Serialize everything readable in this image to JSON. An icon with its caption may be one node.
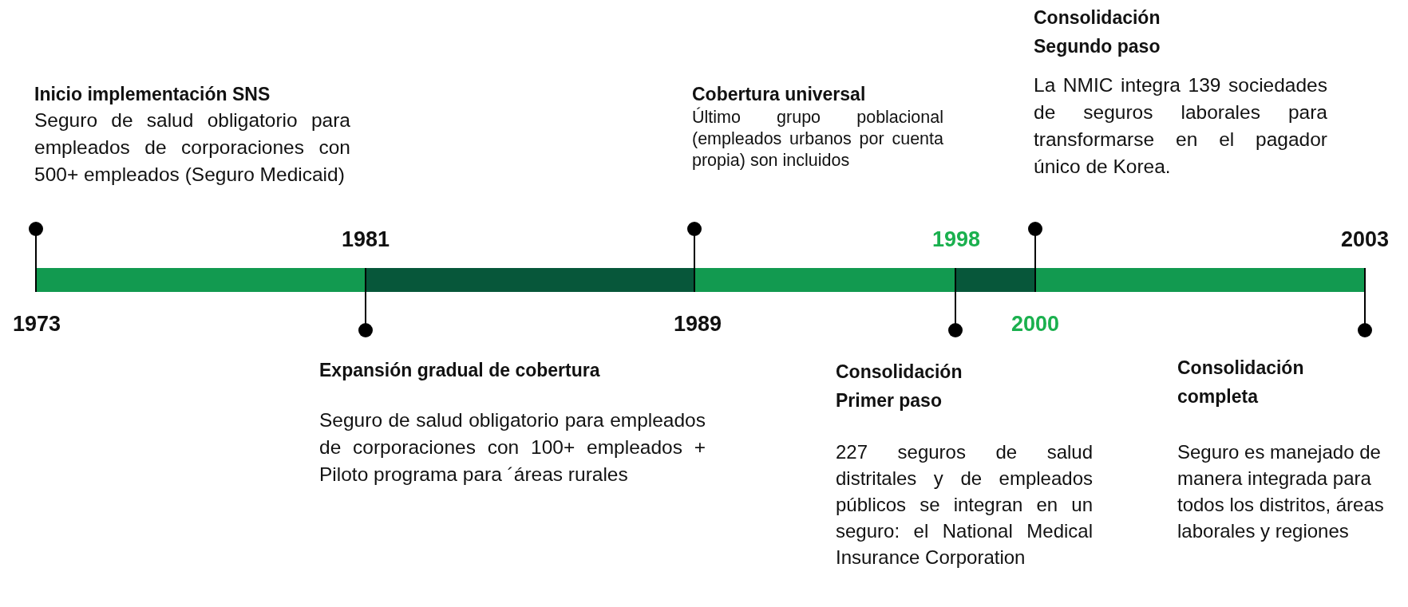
{
  "diagram": {
    "nodes": [
      {
        "text": [
          "Inicio implementación SNS",
          "Seguro de salud obligatorio para empleados de corporaciones con 500+ empleados (Seguro Medicaid)"
        ]
      },
      {
        "text": [
          "Expansión gradual de cobertura",
          "Seguro de salud obligatorio para empleados de corporaciones con 100+ empleados + Piloto programa para ´áreas rurales"
        ]
      },
      {
        "text": [
          "Cobertura universal",
          "Último grupo poblacional (empleados urbanos por cuenta propia) son incluidos"
        ]
      },
      {
        "text": [
          "Consolidación Primer paso",
          "227 seguros de salud distritales y de empleados públicos se integran en un seguro: el National Medical Insurance Corporation"
        ]
      },
      {
        "text": [
          "Consolidación Segundo paso",
          "La NMIC integra 139 sociedades de seguros laborales para transformarse en el pagador único de Korea."
        ]
      },
      {
        "text": [
          "Consolidación completa",
          "Seguro es manejado de manera integrada para todos los distritos, áreas laborales y regiones"
        ]
      }
    ],
    "labels": [
      "1973",
      "1981",
      "1989",
      "1998",
      "2000",
      "2003"
    ]
  }
}
